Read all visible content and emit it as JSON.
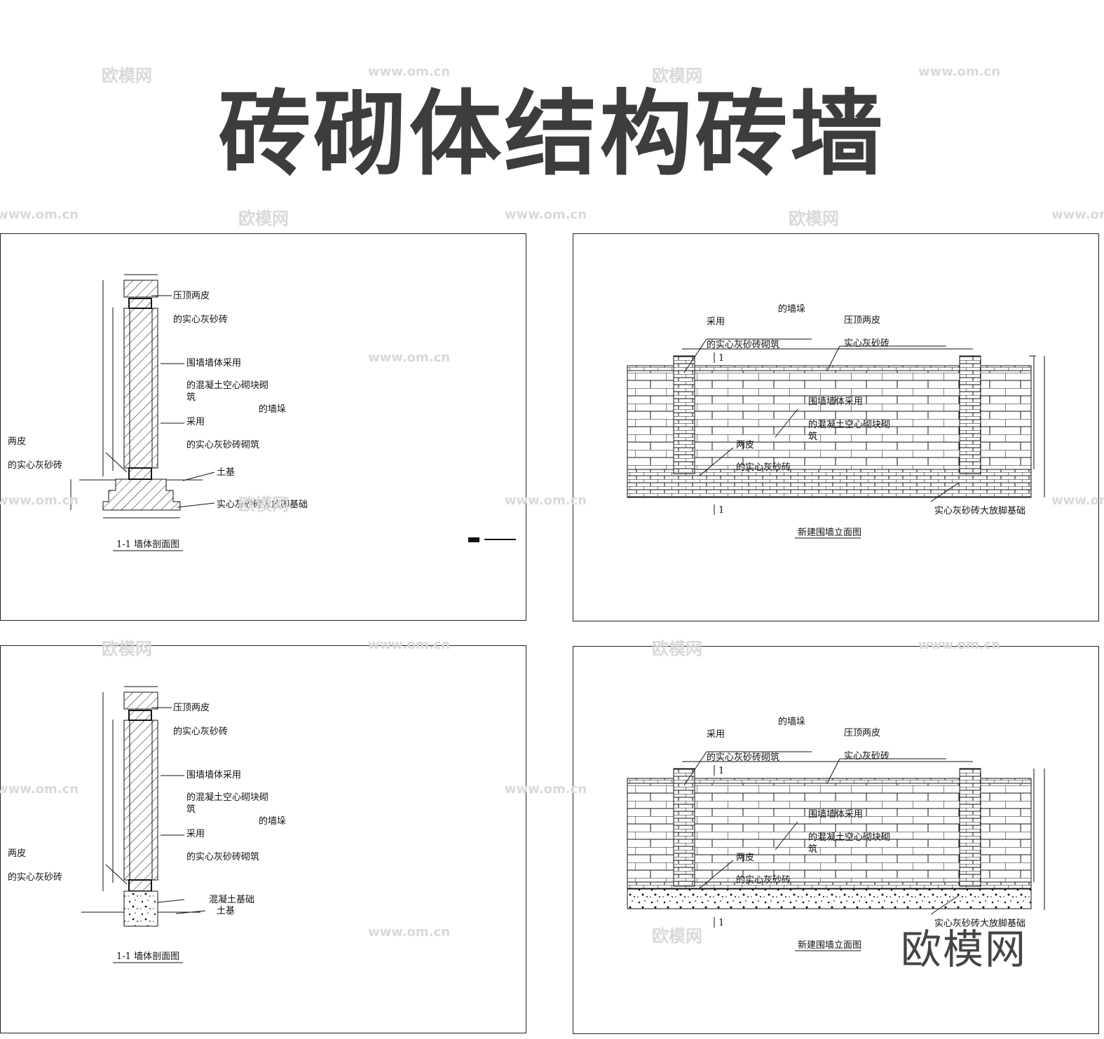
{
  "page_title": "砖砌体结构砖墙",
  "watermark": {
    "brand": "欧模网",
    "url": "www.om.cn"
  },
  "logo_text": "欧模网",
  "section_drawing": {
    "labels": {
      "cap": "压顶两皮",
      "cap_brick": "的实心灰砂砖",
      "wall_material": "围墙墙体采用",
      "wall_block": "的混凝土空心砌块砌",
      "wall_block_2": "筑",
      "pier": "的墙垛",
      "pier_use": "采用",
      "pier_brick": "的实心灰砂砖砌筑",
      "two_courses": "两皮",
      "two_courses_brick": "的实心灰砂砖",
      "soil": "土基",
      "footing_brick": "实心灰砂砖大放脚基础",
      "concrete_footing": "混凝土基础",
      "caption": "1-1  墙体剖面图"
    }
  },
  "elevation_drawing": {
    "labels": {
      "pier": "的墙垛",
      "use": "采用",
      "cap": "压顶两皮",
      "pier_brick": "的实心灰砂砖砌筑",
      "cap_brick": "实心灰砂砖",
      "wall_material": "围墙墙体采用",
      "wall_block": "的混凝土空心砌块砌",
      "wall_block_2": "筑",
      "two_courses": "两皮",
      "two_courses_brick": "的实心灰砂砖",
      "footing": "实心灰砂砖大放脚基础",
      "section_mark": "1",
      "caption": "新建围墙立面图"
    }
  }
}
